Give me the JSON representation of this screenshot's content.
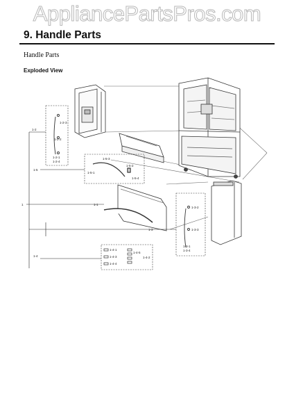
{
  "watermark": "AppliancePartsPros.com",
  "header": {
    "section_title": "9.  Handle Parts"
  },
  "content": {
    "subtitle": "Handle Parts",
    "view_title": "Exploded View"
  },
  "callouts": {
    "c1": "1",
    "c1_1": "1-1",
    "c1_2": "1-2",
    "c1_2_1": "1-2-1",
    "c1_2_2": "1-2-2",
    "c1_2_3": "1-2-3",
    "c1_2_4": "1-2-4",
    "c1_3": "1-3",
    "c1_3_1": "1-3-1",
    "c1_3_2": "1-3-2",
    "c1_3_3": "1-3-3",
    "c1_3_4": "1-3-4",
    "c1_4": "1-4",
    "c1_4_1": "1-4-1",
    "c1_4_2": "1-4-2",
    "c1_4_3": "1-4-3",
    "c1_4_4": "1-4-4",
    "c1_4_5": "1-4-5",
    "c1_5": "1-5",
    "c1_5_1": "1-5-1",
    "c1_5_2": "1-5-2",
    "c1_5_3": "1-5-3",
    "c1_5_4": "1-5-4"
  }
}
